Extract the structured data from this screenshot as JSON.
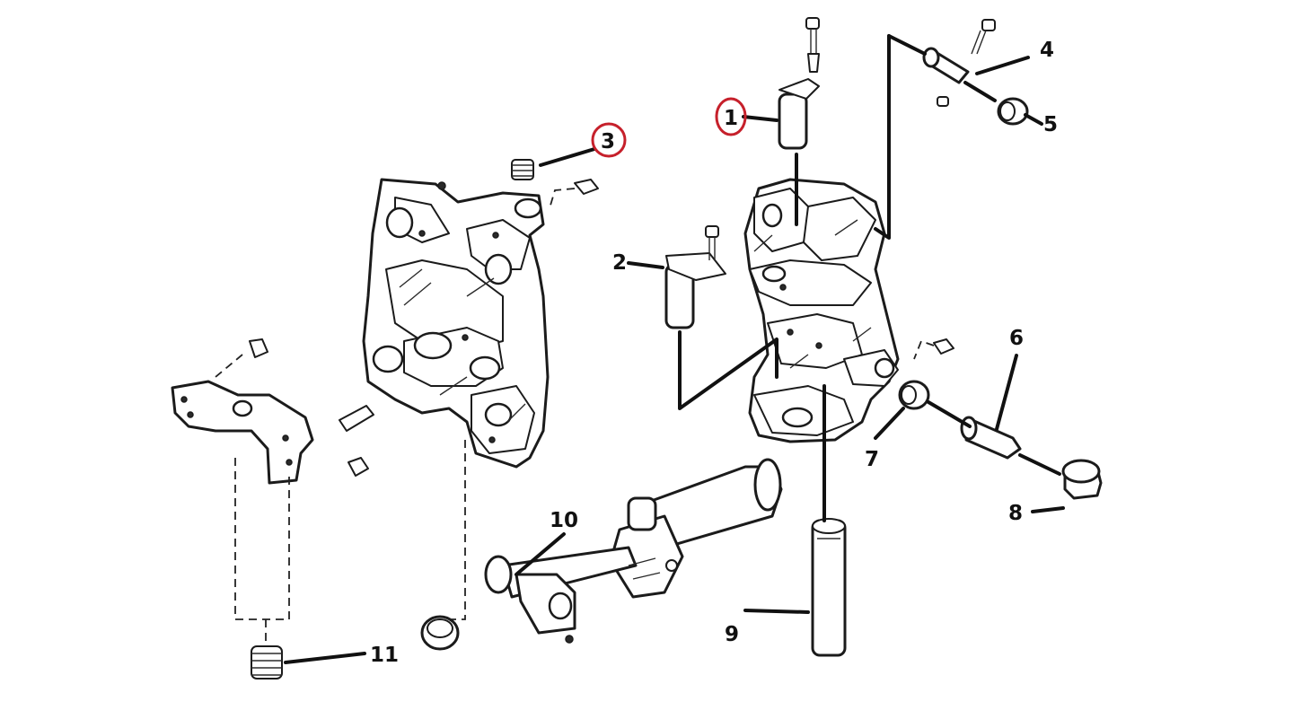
{
  "diagram": {
    "callouts": [
      {
        "id": "1",
        "label": "1",
        "circled": true,
        "circle_color": "#c6202b"
      },
      {
        "id": "2",
        "label": "2",
        "circled": false
      },
      {
        "id": "3",
        "label": "3",
        "circled": true,
        "circle_color": "#c6202b"
      },
      {
        "id": "4",
        "label": "4",
        "circled": false
      },
      {
        "id": "5",
        "label": "5",
        "circled": false
      },
      {
        "id": "6",
        "label": "6",
        "circled": false
      },
      {
        "id": "7",
        "label": "7",
        "circled": false
      },
      {
        "id": "8",
        "label": "8",
        "circled": false
      },
      {
        "id": "9",
        "label": "9",
        "circled": false
      },
      {
        "id": "10",
        "label": "10",
        "circled": false
      },
      {
        "id": "11",
        "label": "11",
        "circled": false
      }
    ],
    "line_color": "#111111",
    "background": "#ffffff"
  }
}
